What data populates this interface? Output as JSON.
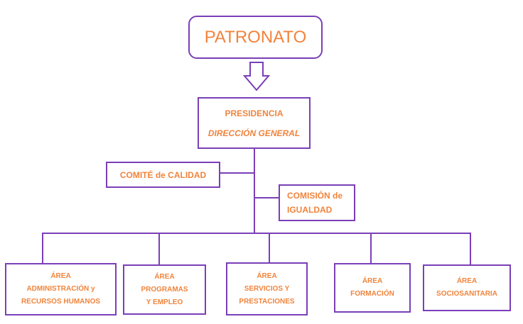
{
  "colors": {
    "border": "#7b3fb8",
    "text": "#f0843c"
  },
  "patronato": "PATRONATO",
  "arrow_icon": "hollow-down-arrow",
  "presidencia": {
    "line1": "PRESIDENCIA",
    "line2": "DIRECCIÓN GENERAL"
  },
  "comite": "COMITÉ de CALIDAD",
  "comision": {
    "line1": "COMISIÓN de",
    "line2": "IGUALDAD"
  },
  "areas": [
    {
      "lines": [
        "ÁREA",
        "ADMINISTRACIÓN y",
        "RECURSOS HUMANOS"
      ]
    },
    {
      "lines": [
        "ÁREA",
        "PROGRAMAS",
        "Y EMPLEO"
      ]
    },
    {
      "lines": [
        "ÁREA",
        "SERVICIOS Y",
        "PRESTACIONES"
      ]
    },
    {
      "lines": [
        "ÁREA",
        "FORMACIÓN"
      ]
    },
    {
      "lines": [
        "ÁREA",
        "SOCIOSANITARIA"
      ]
    }
  ]
}
